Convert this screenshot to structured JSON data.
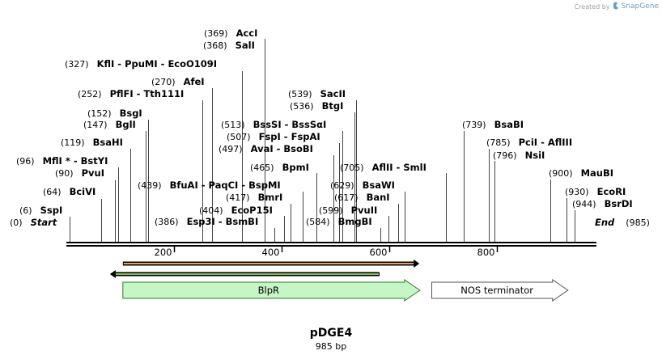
{
  "credit": {
    "prefix": "Created by",
    "brand": "SnapGene"
  },
  "plasmid": {
    "name": "pDGE4",
    "length_label": "985 bp",
    "length": 985
  },
  "sites": [
    {
      "pos": 0,
      "label": "(0)",
      "name": "Start",
      "italic": true
    },
    {
      "pos": 6,
      "label": "(6)",
      "name": "SspI"
    },
    {
      "pos": 64,
      "label": "(64)",
      "name": "BciVI"
    },
    {
      "pos": 90,
      "label": "(90)",
      "name": "PvuI"
    },
    {
      "pos": 96,
      "label": "(96)",
      "name": "MflI * - BstYI"
    },
    {
      "pos": 119,
      "label": "(119)",
      "name": "BsaHI"
    },
    {
      "pos": 147,
      "label": "(147)",
      "name": "BglI"
    },
    {
      "pos": 152,
      "label": "(152)",
      "name": "BsgI"
    },
    {
      "pos": 252,
      "label": "(252)",
      "name": "PflFI  - Tth111I"
    },
    {
      "pos": 270,
      "label": "(270)",
      "name": "AfeI"
    },
    {
      "pos": 327,
      "label": "(327)",
      "name": "KflI  - PpuMI  - EcoO109I"
    },
    {
      "pos": 368,
      "label": "(368)",
      "name": "SalI"
    },
    {
      "pos": 369,
      "label": "(369)",
      "name": "AccI"
    },
    {
      "pos": 386,
      "label": "(386)",
      "name": "Esp3I  - BsmBI"
    },
    {
      "pos": 404,
      "label": "(404)",
      "name": "EcoP15I"
    },
    {
      "pos": 417,
      "label": "(417)",
      "name": "BmrI"
    },
    {
      "pos": 439,
      "label": "(439)",
      "name": "BfuAI  - PaqCI  - BspMI"
    },
    {
      "pos": 465,
      "label": "(465)",
      "name": "BpmI"
    },
    {
      "pos": 497,
      "label": "(497)",
      "name": "AvaI  - BsoBI"
    },
    {
      "pos": 507,
      "label": "(507)",
      "name": "FspI  - FspAI"
    },
    {
      "pos": 513,
      "label": "(513)",
      "name": "BssSI  - BssSαI"
    },
    {
      "pos": 536,
      "label": "(536)",
      "name": "BtgI"
    },
    {
      "pos": 539,
      "label": "(539)",
      "name": "SacII"
    },
    {
      "pos": 584,
      "label": "(584)",
      "name": "BmgBI"
    },
    {
      "pos": 599,
      "label": "(599)",
      "name": "PvuII"
    },
    {
      "pos": 617,
      "label": "(617)",
      "name": "BanI"
    },
    {
      "pos": 629,
      "label": "(629)",
      "name": "BsaWI"
    },
    {
      "pos": 705,
      "label": "(705)",
      "name": "AflII  - SmlI"
    },
    {
      "pos": 739,
      "label": "(739)",
      "name": "BsaBI"
    },
    {
      "pos": 785,
      "label": "(785)",
      "name": "PciI  - AflIII"
    },
    {
      "pos": 796,
      "label": "(796)",
      "name": "NsiI"
    },
    {
      "pos": 900,
      "label": "(900)",
      "name": "MauBI"
    },
    {
      "pos": 930,
      "label": "(930)",
      "name": "EcoRI"
    },
    {
      "pos": 944,
      "label": "(944)",
      "name": "BsrDI"
    },
    {
      "pos": 985,
      "label": "(985)",
      "name": "End",
      "italic": true
    }
  ],
  "ruler": {
    "ticks": [
      200,
      400,
      600,
      800
    ]
  },
  "features": [
    {
      "name": "BlpR",
      "start": 105,
      "end": 657,
      "direction": "forward",
      "fill": "#c6f5c6",
      "stroke": "#2d7a2d"
    },
    {
      "name": "NOS terminator",
      "start": 679,
      "end": 932,
      "direction": "forward",
      "fill": "#ffffff",
      "stroke": "#555555"
    }
  ],
  "orfs": [
    {
      "start": 105,
      "end": 656,
      "direction": "forward",
      "color": "#e0a44f"
    },
    {
      "start": 81,
      "end": 582,
      "direction": "reverse",
      "color": "#7fbf5a"
    }
  ]
}
